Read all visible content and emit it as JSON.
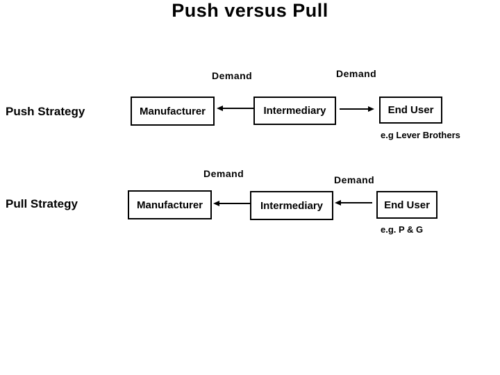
{
  "slide": {
    "title": "Push versus Pull",
    "colors": {
      "background": "#ffffff",
      "text": "#000000",
      "box_border": "#000000",
      "arrow": "#000000"
    },
    "rows": [
      {
        "id": "push",
        "strategy_label": "Push Strategy",
        "demand_labels": [
          "Demand",
          "Demand"
        ],
        "boxes": [
          "Manufacturer",
          "Intermediary",
          "End User"
        ],
        "example": "e.g Lever Brothers",
        "arrows": [
          {
            "from": "Intermediary",
            "to": "Manufacturer",
            "direction": "left"
          },
          {
            "from": "Intermediary",
            "to": "End User",
            "direction": "right"
          }
        ]
      },
      {
        "id": "pull",
        "strategy_label": "Pull Strategy",
        "demand_labels": [
          "Demand",
          "Demand"
        ],
        "boxes": [
          "Manufacturer",
          "Intermediary",
          "End User"
        ],
        "example": "e.g. P & G",
        "arrows": [
          {
            "from": "Intermediary",
            "to": "Manufacturer",
            "direction": "left"
          },
          {
            "from": "End User",
            "to": "Intermediary",
            "direction": "left"
          }
        ]
      }
    ]
  }
}
